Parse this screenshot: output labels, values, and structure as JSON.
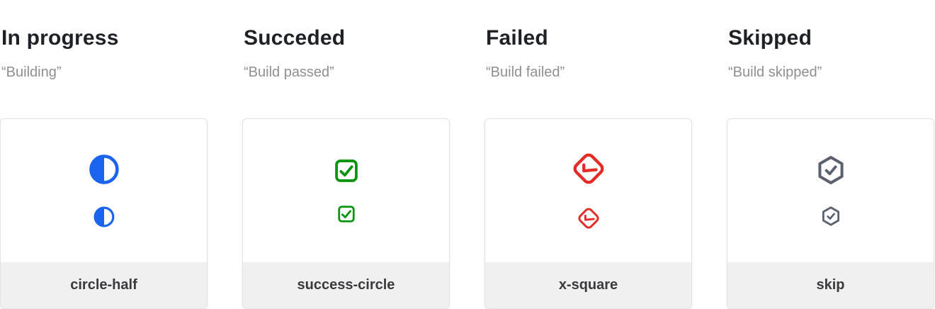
{
  "page": {
    "background": "#ffffff",
    "card_footer_background": "#f0f0f0",
    "title_color": "#1e2126",
    "subtitle_color": "#8f8f94",
    "label_color": "#3a3a3e"
  },
  "columns": [
    {
      "title": "In progress",
      "subtitle": "“Building”",
      "icon": "circle-half-icon",
      "label": "circle-half",
      "color": "#1b64f0"
    },
    {
      "title": "Succeded",
      "subtitle": "“Build passed”",
      "icon": "check-square-icon",
      "label": "success-circle",
      "color": "#0a9410"
    },
    {
      "title": "Failed",
      "subtitle": "“Build failed”",
      "icon": "check-square-rotated-icon",
      "label": "x-square",
      "color": "#e32b27"
    },
    {
      "title": "Skipped",
      "subtitle": "“Build skipped”",
      "icon": "hexagon-check-icon",
      "label": "skip",
      "color": "#5a6070"
    }
  ]
}
